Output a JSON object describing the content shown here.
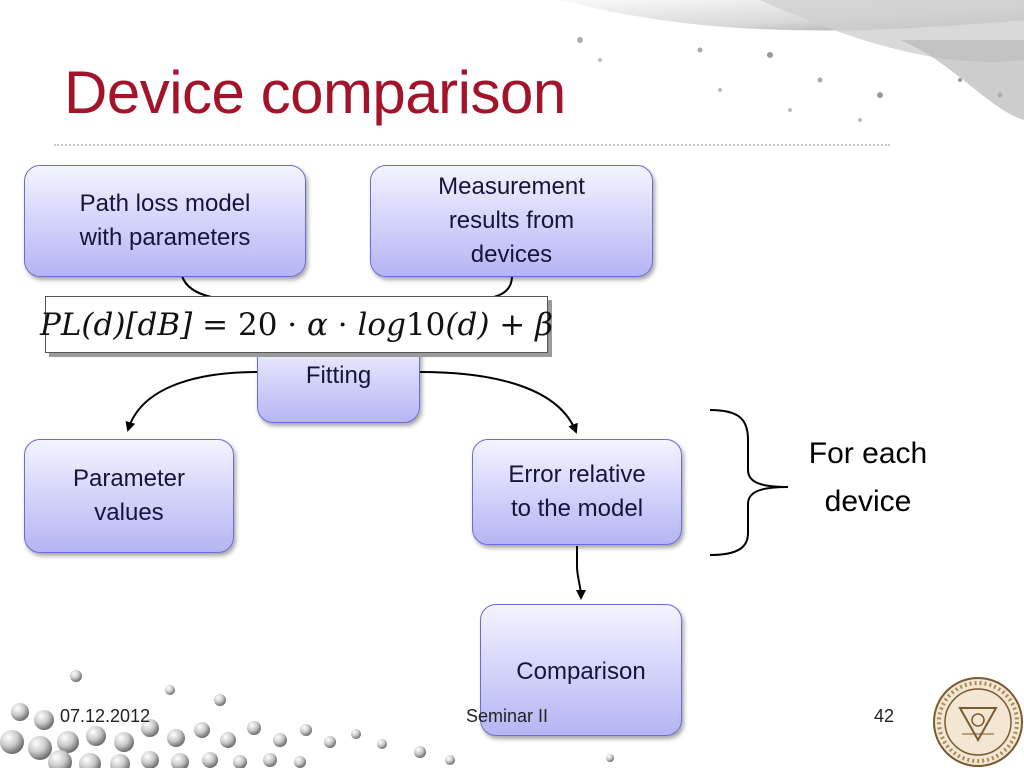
{
  "slide": {
    "title": "Device comparison"
  },
  "diagram": {
    "nodes": {
      "path_loss_model": [
        "Path loss model",
        "with parameters"
      ],
      "measurements": [
        "Measurement",
        "results from",
        "devices"
      ],
      "fitting": [
        "Fitting"
      ],
      "parameter_values": [
        "Parameter",
        "values"
      ],
      "error_relative": [
        "Error relative",
        "to the model"
      ],
      "comparison": [
        "Comparison"
      ]
    },
    "formula": {
      "lhs": "PL(d)[dB]",
      "equals": " = ",
      "coefficient": "20",
      "dot": " · ",
      "alpha": "α",
      "log": "log",
      "ten": "10",
      "arg": "(d)",
      "plus": " + ",
      "beta": "β"
    },
    "brace_label": [
      "For each",
      "device"
    ]
  },
  "footer": {
    "date": "07.12.2012",
    "center": "Seminar II",
    "page": "42"
  },
  "colors": {
    "title": "#a3142b",
    "box_border": "#6b6bd8",
    "box_fill_top": "#f4f4ff",
    "box_fill_bottom": "#b5b5f3",
    "text": "#14143c"
  }
}
